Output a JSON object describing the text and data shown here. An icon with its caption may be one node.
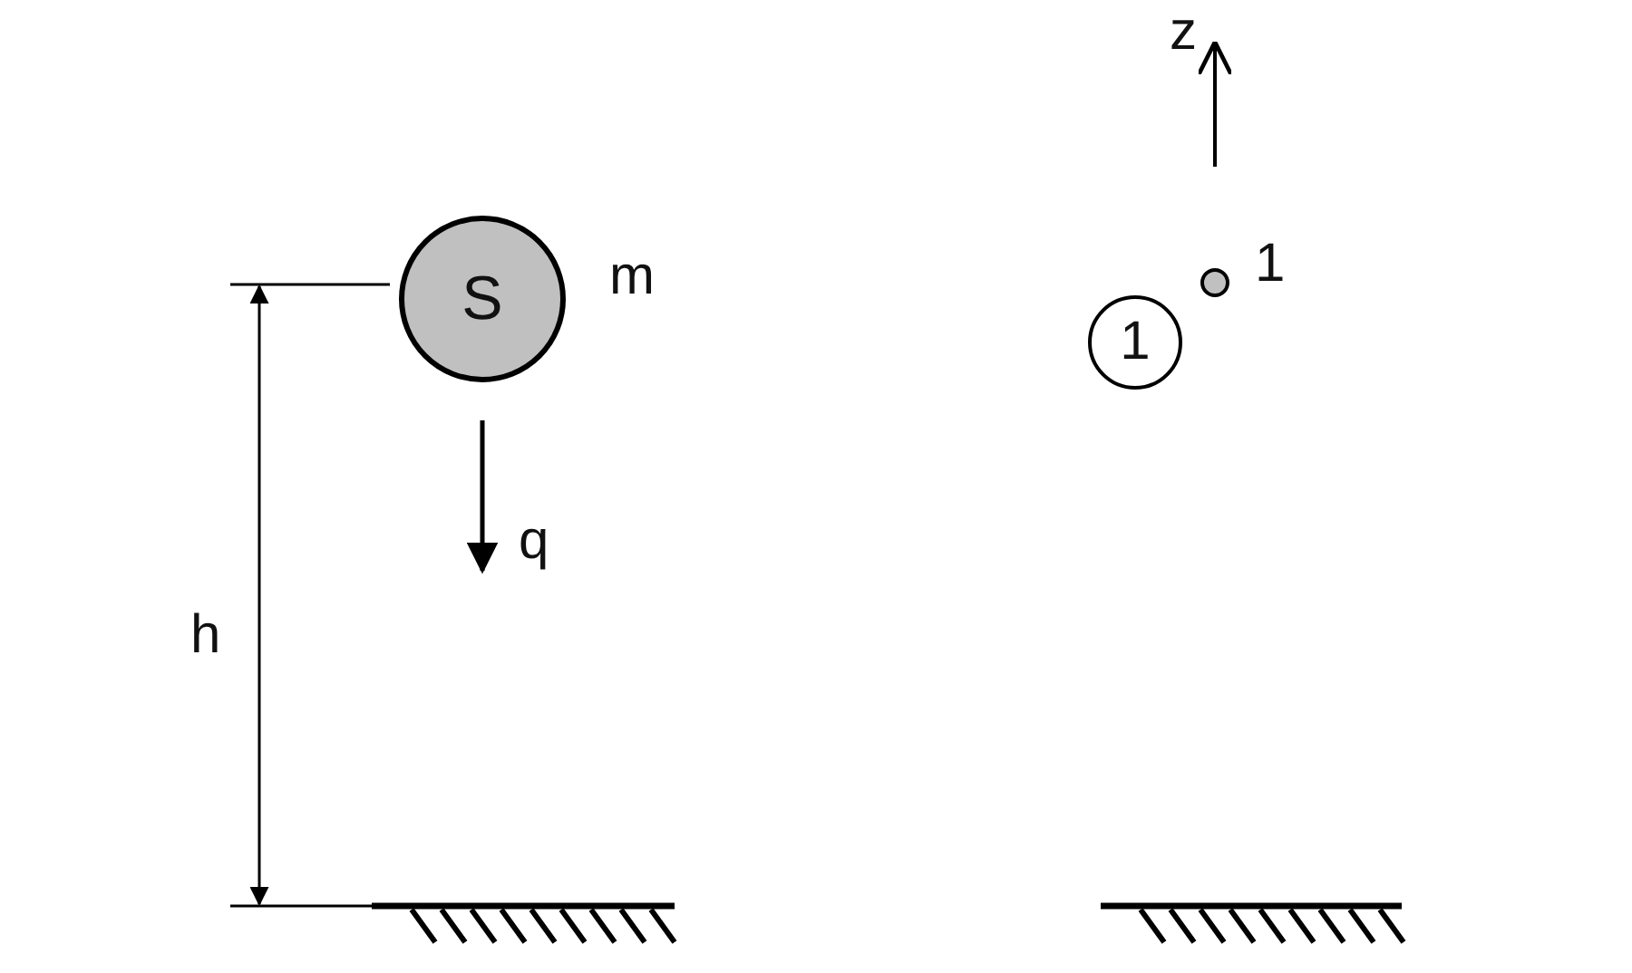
{
  "diagram": {
    "nodes": [
      {
        "text": [
          "S"
        ],
        "beside": [
          "m"
        ]
      },
      {
        "text": [
          "1"
        ]
      },
      {
        "text": [],
        "shape": "circle",
        "beside": [
          "1"
        ]
      }
    ],
    "labels": [
      "z",
      "q",
      "h"
    ]
  }
}
